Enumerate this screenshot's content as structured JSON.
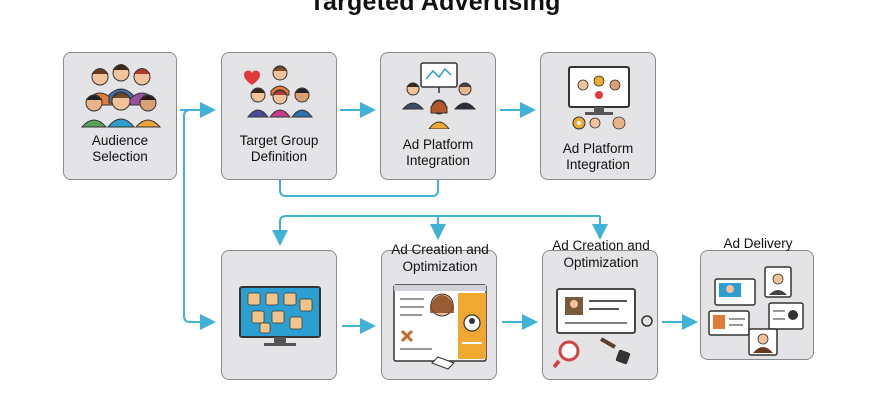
{
  "title": "Targeted Advertising",
  "steps": [
    {
      "label": "Audience Selection",
      "icon": "people-group-icon"
    },
    {
      "label": "Target Group Definition",
      "icon": "people-heart-icon"
    },
    {
      "label": "Ad Platform Integration",
      "icon": "presentation-meeting-icon"
    },
    {
      "label": "Ad Platform Integration",
      "icon": "monitor-gear-icon"
    },
    {
      "label": "",
      "icon": "monitor-faces-icon"
    },
    {
      "label": "Ad Creation and Optimization",
      "icon": "ad-layout-icon"
    },
    {
      "label": "Ad Creation and Optimization",
      "icon": "screen-magnifier-icon"
    },
    {
      "label": "Ad Delivery",
      "icon": "ad-delivery-screens-icon"
    }
  ],
  "colors": {
    "arrow": "#3fb2d6",
    "card": "#e4e4e6",
    "border": "#8a8a8e",
    "screen": "#2a9fd0",
    "accent": "#f0a830"
  }
}
